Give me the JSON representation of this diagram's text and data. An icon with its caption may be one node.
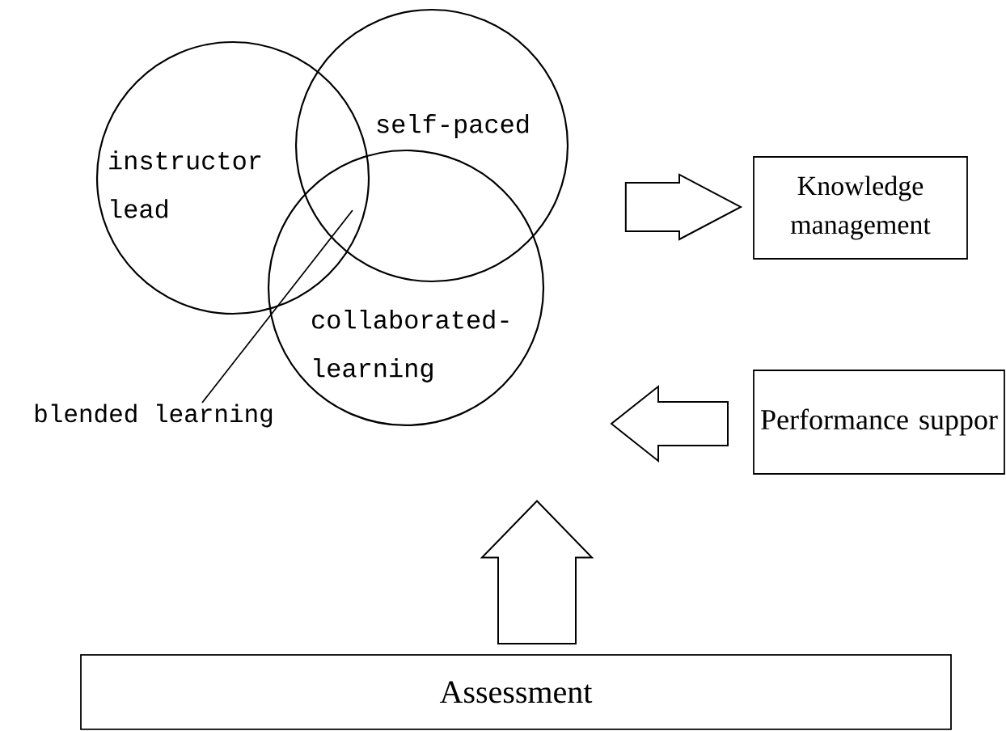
{
  "diagram": {
    "nodes": [
      {
        "text": [
          "instructor lead"
        ]
      },
      {
        "text": [
          "self-paced"
        ]
      },
      {
        "text": [
          "collaborated-learning"
        ]
      },
      {
        "text": [
          "blended learning"
        ]
      },
      {
        "text": [
          "Knowledge management"
        ]
      },
      {
        "text": [
          "Performance suppor"
        ]
      },
      {
        "text": [
          "Assessment"
        ]
      }
    ],
    "edges": [
      {
        "from": 1,
        "to": 4,
        "arrow": "to"
      },
      {
        "from": 5,
        "to": 2,
        "arrow": "to"
      },
      {
        "from": 6,
        "to": 2,
        "arrow": "to"
      },
      {
        "from": 3,
        "to": 0,
        "arrow": "none"
      }
    ]
  }
}
